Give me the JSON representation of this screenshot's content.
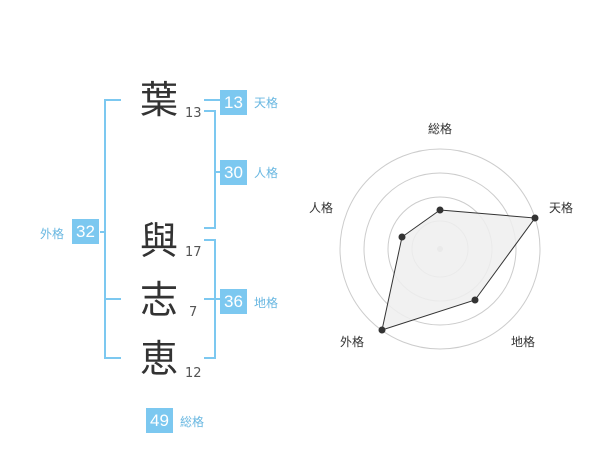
{
  "name": {
    "chars": [
      {
        "char": "葉",
        "strokes": "13"
      },
      {
        "char": "與",
        "strokes": "17"
      },
      {
        "char": "志",
        "strokes": "7"
      },
      {
        "char": "恵",
        "strokes": "12"
      }
    ]
  },
  "fortunes": {
    "tenkaku": {
      "value": "13",
      "label": "天格"
    },
    "jinkaku": {
      "value": "30",
      "label": "人格"
    },
    "chikaku": {
      "value": "36",
      "label": "地格"
    },
    "gaikaku": {
      "value": "32",
      "label": "外格"
    },
    "soukaku": {
      "value": "49",
      "label": "総格"
    }
  },
  "radar": {
    "labels": {
      "top": "総格",
      "right": "天格",
      "bottom_right": "地格",
      "bottom_left": "外格",
      "left": "人格"
    }
  },
  "colors": {
    "badge": "#7cc8f0",
    "badge_label": "#68b7e1",
    "bracket": "#7cc8f0",
    "radar_fill": "#f1f1f1",
    "radar_grid": "#cccccc",
    "radar_line": "#333333"
  }
}
